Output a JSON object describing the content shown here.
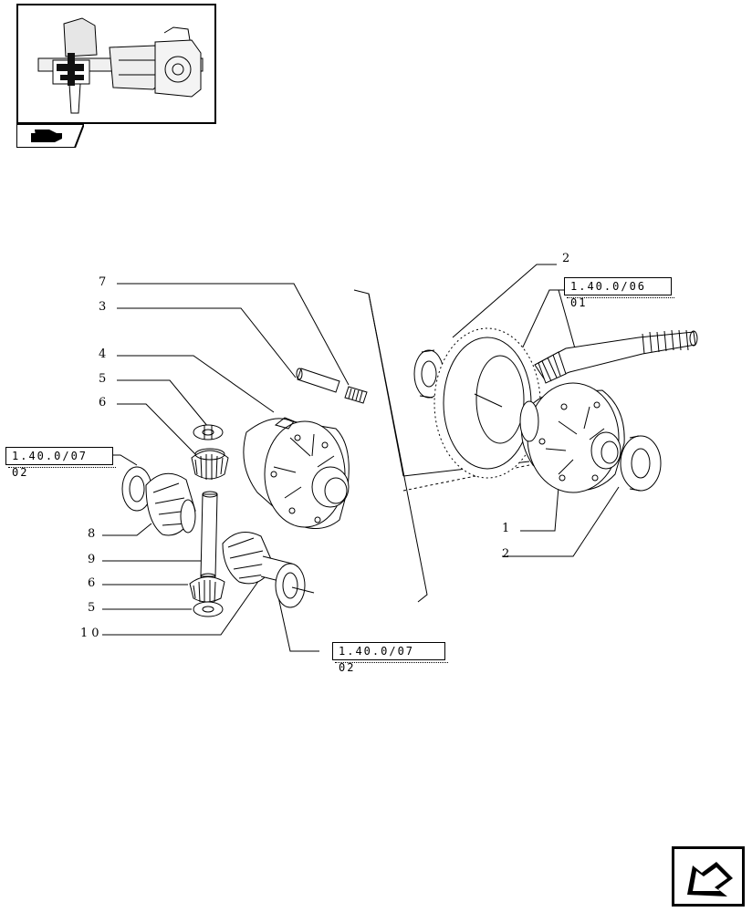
{
  "callouts": {
    "c7": "7",
    "c3": "3",
    "c4": "4",
    "c5a": "5",
    "c6a": "6",
    "c8": "8",
    "c9": "9",
    "c6b": "6",
    "c5b": "5",
    "c10": "10",
    "c2a": "2",
    "c1": "1",
    "c2b": "2"
  },
  "references": {
    "ref_top": "1.40.0/06 01",
    "ref_left": "1.40.0/07 02",
    "ref_bottom": "1.40.0/07 02"
  },
  "icons": {
    "thumbnail": "axle-assembly-thumbnail-icon",
    "tab": "pointing-hand-icon",
    "nav": "next-page-arrow-icon"
  }
}
